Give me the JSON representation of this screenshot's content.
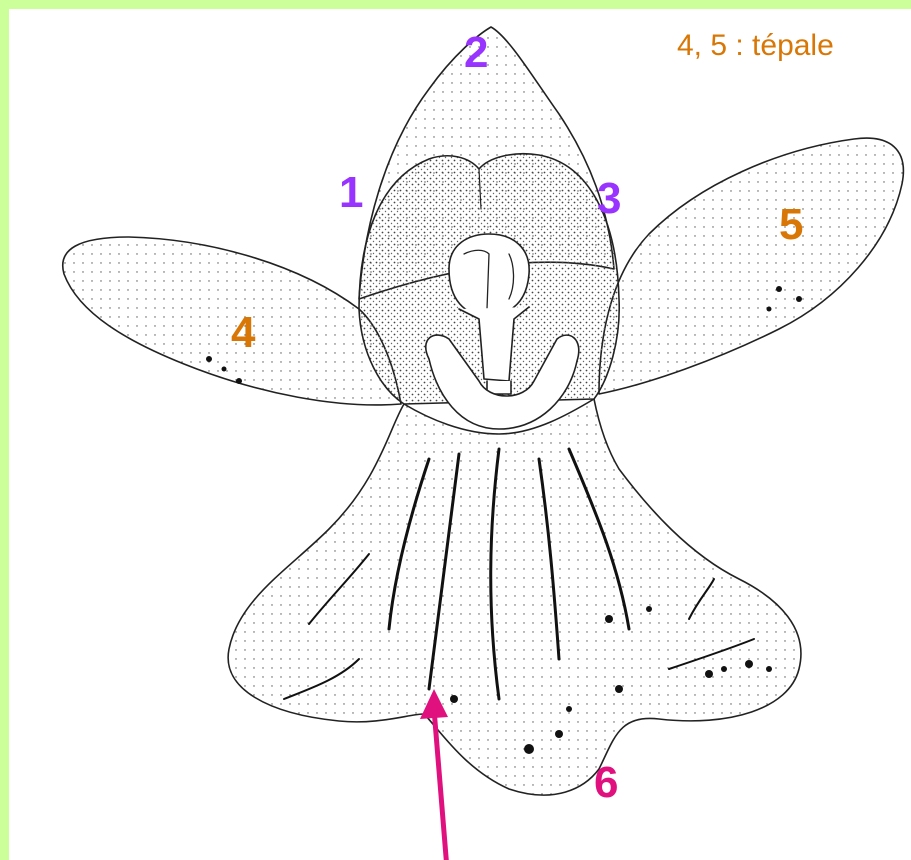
{
  "caption": "4, 5 : tépale",
  "labels": [
    {
      "id": "1",
      "text": "1"
    },
    {
      "id": "2",
      "text": "2"
    },
    {
      "id": "3",
      "text": "3"
    },
    {
      "id": "4",
      "text": "4"
    },
    {
      "id": "5",
      "text": "5"
    },
    {
      "id": "6",
      "text": "6"
    }
  ],
  "colors": {
    "background_border": "#ccff99",
    "sepal_label": "#9933ff",
    "tepal_label": "#d97706",
    "lip_label": "#e0117f",
    "arrow": "#e0117f",
    "drawing": "#222222"
  }
}
